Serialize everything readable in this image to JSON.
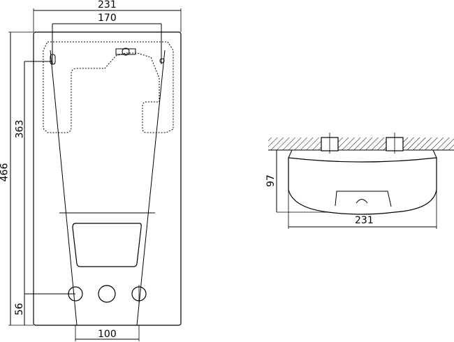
{
  "front_view": {
    "dim_width_overall": "231",
    "dim_mount_spacing": "170",
    "dim_height_overall": "466",
    "dim_mount_height": "363",
    "dim_connection_height": "56",
    "dim_connection_spacing": "100"
  },
  "side_view": {
    "dim_depth": "97",
    "dim_width": "231"
  },
  "colors": {
    "line": "#000000",
    "background": "#ffffff",
    "hatch": "#000000"
  }
}
